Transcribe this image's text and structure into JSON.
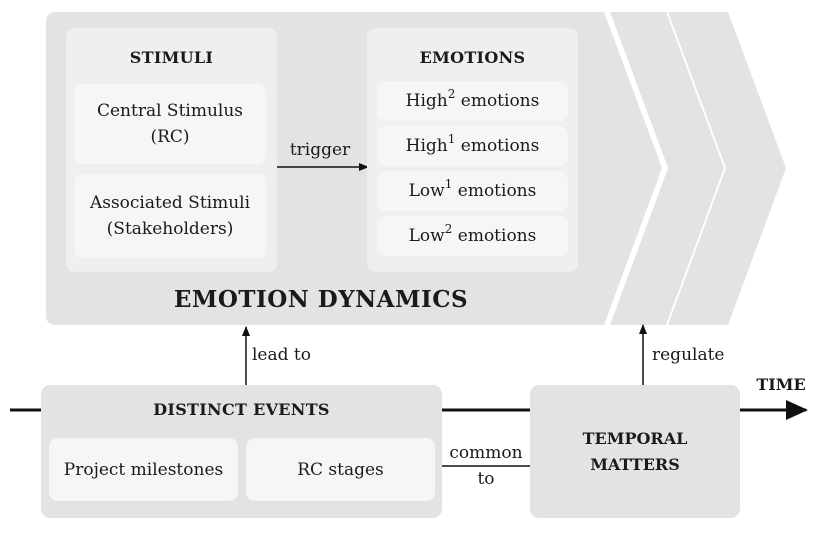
{
  "stimuli": {
    "title": "STIMULI",
    "central": {
      "line1": "Central Stimulus",
      "line2": "(RC)"
    },
    "associated": {
      "line1": "Associated Stimuli",
      "line2": "(Stakeholders)"
    }
  },
  "emotions": {
    "title": "EMOTIONS",
    "items": [
      {
        "base": "High",
        "sup": "2",
        "rest": " emotions"
      },
      {
        "base": "High",
        "sup": "1",
        "rest": " emotions"
      },
      {
        "base": "Low",
        "sup": "1",
        "rest": " emotions"
      },
      {
        "base": "Low",
        "sup": "2",
        "rest": " emotions"
      }
    ]
  },
  "emotion_dynamics": {
    "title": "EMOTION DYNAMICS"
  },
  "arrows": {
    "trigger": "trigger",
    "lead_to": "lead to",
    "regulate": "regulate",
    "common_line1": "common",
    "common_line2": "to"
  },
  "distinct_events": {
    "title": "DISTINCT EVENTS",
    "milestones": "Project milestones",
    "rc_stages": "RC stages"
  },
  "temporal": {
    "line1": "TEMPORAL",
    "line2": "MATTERS"
  },
  "time_axis": {
    "label": "TIME"
  },
  "colors": {
    "panel": "#e3e3e3",
    "inner": "#efefef",
    "leaf": "#f6f6f6",
    "line": "#111111"
  }
}
